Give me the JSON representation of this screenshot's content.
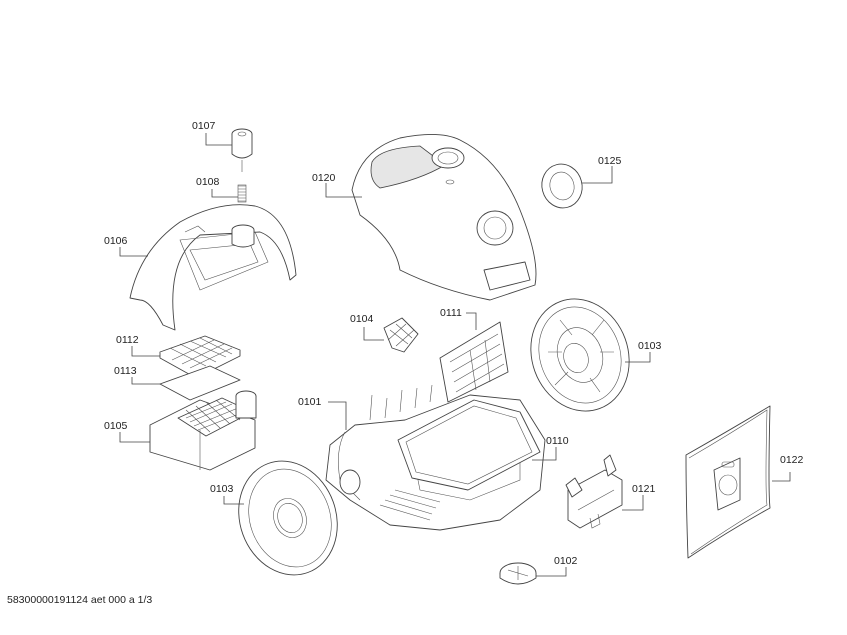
{
  "diagram": {
    "type": "exploded-parts-view",
    "subject": "vacuum cleaner",
    "parts": [
      {
        "id": "0107",
        "label": "0107"
      },
      {
        "id": "0108",
        "label": "0108"
      },
      {
        "id": "0106",
        "label": "0106"
      },
      {
        "id": "0112",
        "label": "0112"
      },
      {
        "id": "0113",
        "label": "0113"
      },
      {
        "id": "0105",
        "label": "0105"
      },
      {
        "id": "0103a",
        "label": "0103"
      },
      {
        "id": "0120",
        "label": "0120"
      },
      {
        "id": "0125",
        "label": "0125"
      },
      {
        "id": "0104",
        "label": "0104"
      },
      {
        "id": "0111",
        "label": "0111"
      },
      {
        "id": "0103b",
        "label": "0103"
      },
      {
        "id": "0101",
        "label": "0101"
      },
      {
        "id": "0110",
        "label": "0110"
      },
      {
        "id": "0121",
        "label": "0121"
      },
      {
        "id": "0122",
        "label": "0122"
      },
      {
        "id": "0102",
        "label": "0102"
      }
    ]
  },
  "footer": {
    "document_id": "58300000191124 aet 000 a 1/3"
  }
}
